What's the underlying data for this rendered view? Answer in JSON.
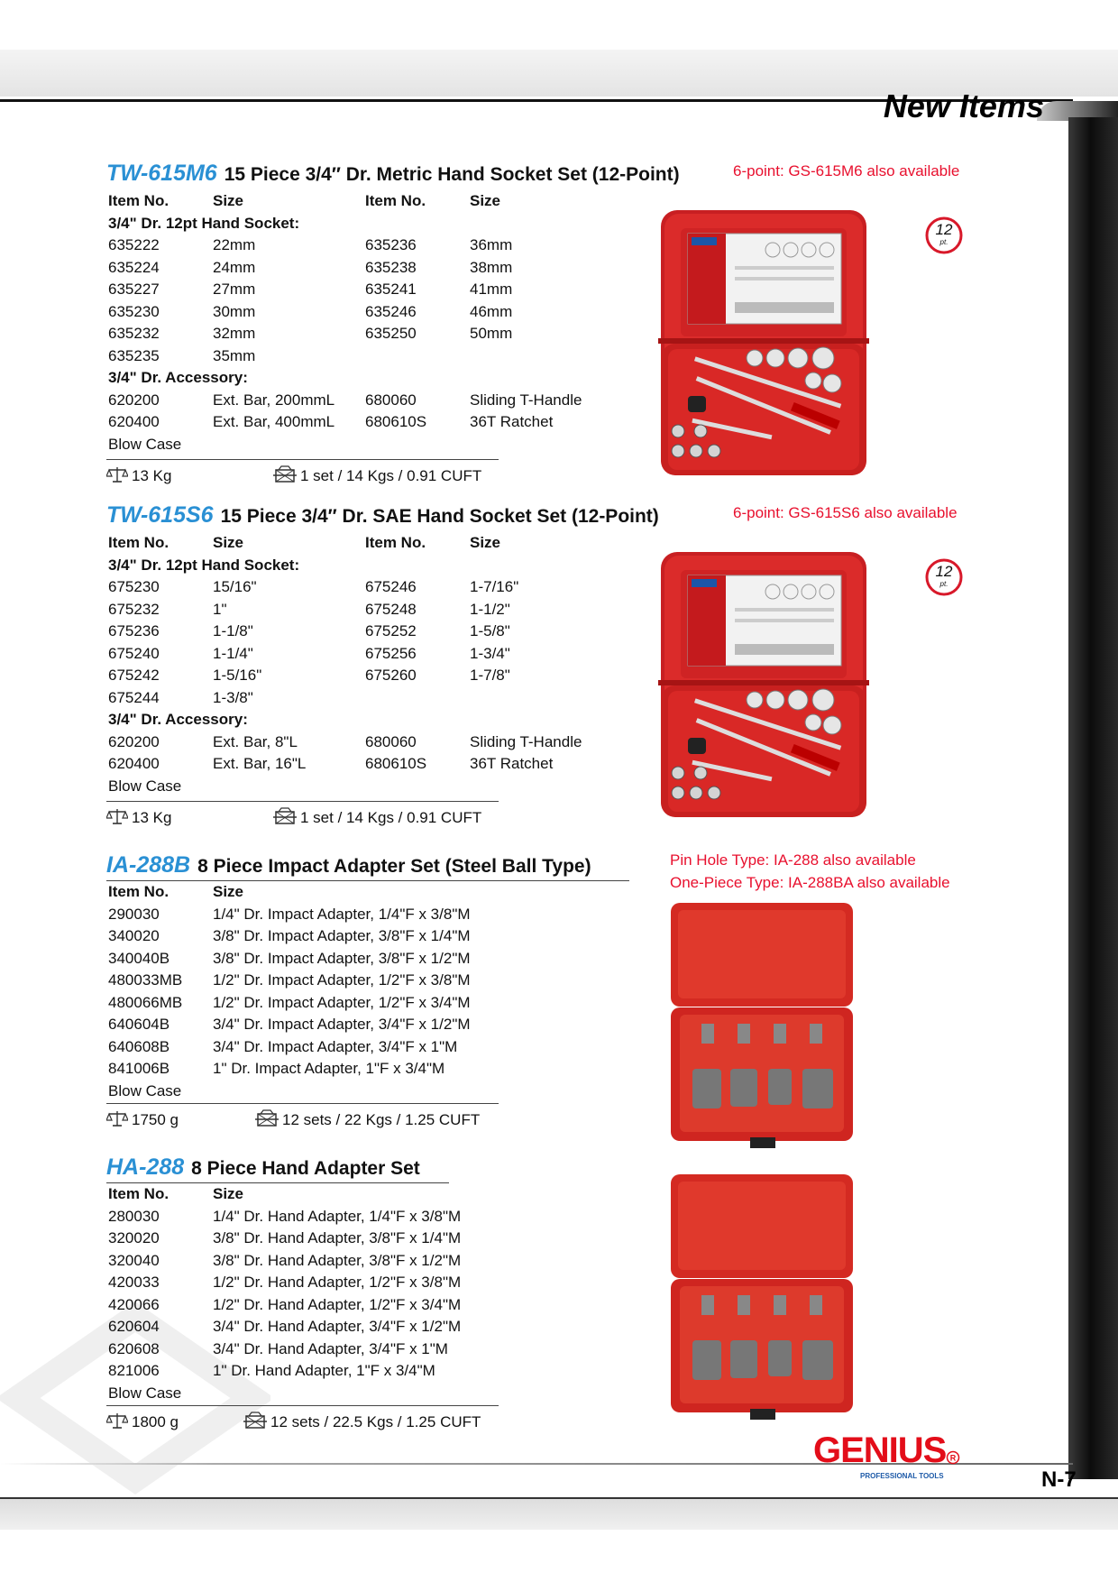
{
  "page": {
    "heading": "New Items",
    "page_number": "N-7",
    "brand": "GENIUS",
    "brand_sub": "PROFESSIONAL TOOLS",
    "brand_color": "#e30d19",
    "code_color": "#2a90d4",
    "note_color": "#e8102e"
  },
  "sec1": {
    "code": "TW-615M6",
    "title": "15 Piece 3/4″ Dr. Metric Hand Socket Set (12-Point)",
    "note": "6-point: GS-615M6 also available",
    "hdr": [
      "Item No.",
      "Size",
      "Item No.",
      "Size"
    ],
    "group1": "3/4\" Dr. 12pt Hand Socket:",
    "rows1": [
      [
        "635222",
        "22mm",
        "635236",
        "36mm"
      ],
      [
        "635224",
        "24mm",
        "635238",
        "38mm"
      ],
      [
        "635227",
        "27mm",
        "635241",
        "41mm"
      ],
      [
        "635230",
        "30mm",
        "635246",
        "46mm"
      ],
      [
        "635232",
        "32mm",
        "635250",
        "50mm"
      ],
      [
        "635235",
        "35mm",
        "",
        ""
      ]
    ],
    "group2": "3/4\" Dr. Accessory:",
    "rows2": [
      [
        "620200",
        "Ext. Bar, 200mmL",
        "680060",
        "Sliding T-Handle"
      ],
      [
        "620400",
        "Ext. Bar, 400mmL",
        "680610S",
        "36T Ratchet"
      ]
    ],
    "case": "Blow Case",
    "weight": "13 Kg",
    "pack": "1 set / 14 Kgs / 0.91 CUFT",
    "badge_num": "12",
    "badge_unit": "pt."
  },
  "sec2": {
    "code": "TW-615S6",
    "title": "15 Piece 3/4″ Dr. SAE Hand Socket Set (12-Point)",
    "note": "6-point: GS-615S6 also available",
    "hdr": [
      "Item No.",
      "Size",
      "Item No.",
      "Size"
    ],
    "group1": "3/4\" Dr. 12pt Hand Socket:",
    "rows1": [
      [
        "675230",
        "15/16\"",
        "675246",
        "1-7/16\""
      ],
      [
        "675232",
        "1\"",
        "675248",
        "1-1/2\""
      ],
      [
        "675236",
        "1-1/8\"",
        "675252",
        "1-5/8\""
      ],
      [
        "675240",
        "1-1/4\"",
        "675256",
        "1-3/4\""
      ],
      [
        "675242",
        "1-5/16\"",
        "675260",
        "1-7/8\""
      ],
      [
        "675244",
        "1-3/8\"",
        "",
        ""
      ]
    ],
    "group2": "3/4\" Dr. Accessory:",
    "rows2": [
      [
        "620200",
        "Ext. Bar, 8\"L",
        "680060",
        "Sliding T-Handle"
      ],
      [
        "620400",
        "Ext. Bar, 16\"L",
        "680610S",
        "36T Ratchet"
      ]
    ],
    "case": "Blow Case",
    "weight": "13 Kg",
    "pack": "1 set / 14 Kgs / 0.91 CUFT",
    "badge_num": "12",
    "badge_unit": "pt."
  },
  "sec3": {
    "code": "IA-288B",
    "title": "8 Piece Impact Adapter Set (Steel Ball Type)",
    "note1": "Pin Hole Type: IA-288 also available",
    "note2": "One-Piece Type: IA-288BA also available",
    "hdr": [
      "Item No.",
      "Size"
    ],
    "rows": [
      [
        "290030",
        "1/4\" Dr. Impact Adapter, 1/4\"F x 3/8\"M"
      ],
      [
        "340020",
        "3/8\" Dr. Impact Adapter, 3/8\"F x 1/4\"M"
      ],
      [
        "340040B",
        "3/8\" Dr. Impact Adapter, 3/8\"F x 1/2\"M"
      ],
      [
        "480033MB",
        "1/2\" Dr. Impact Adapter, 1/2\"F x 3/8\"M"
      ],
      [
        "480066MB",
        "1/2\" Dr. Impact Adapter, 1/2\"F x 3/4\"M"
      ],
      [
        "640604B",
        "3/4\" Dr. Impact Adapter, 3/4\"F x 1/2\"M"
      ],
      [
        "640608B",
        "3/4\" Dr. Impact Adapter, 3/4\"F x 1\"M"
      ],
      [
        "841006B",
        "1\" Dr. Impact Adapter, 1\"F x 3/4\"M"
      ]
    ],
    "case": "Blow Case",
    "weight": "1750 g",
    "pack": "12 sets / 22 Kgs / 1.25 CUFT"
  },
  "sec4": {
    "code": "HA-288",
    "title": "8 Piece Hand Adapter Set",
    "hdr": [
      "Item No.",
      "Size"
    ],
    "rows": [
      [
        "280030",
        "1/4\" Dr. Hand Adapter, 1/4\"F x 3/8\"M"
      ],
      [
        "320020",
        "3/8\" Dr. Hand Adapter, 3/8\"F x 1/4\"M"
      ],
      [
        "320040",
        "3/8\" Dr. Hand Adapter, 3/8\"F x 1/2\"M"
      ],
      [
        "420033",
        "1/2\" Dr. Hand Adapter, 1/2\"F x 3/8\"M"
      ],
      [
        "420066",
        "1/2\" Dr. Hand Adapter, 1/2\"F x 3/4\"M"
      ],
      [
        "620604",
        "3/4\" Dr. Hand Adapter, 3/4\"F x 1/2\"M"
      ],
      [
        "620608",
        "3/4\" Dr. Hand Adapter, 3/4\"F x 1\"M"
      ],
      [
        "821006",
        "1\" Dr. Hand Adapter, 1\"F x 3/4\"M"
      ]
    ],
    "case": "Blow Case",
    "weight": "1800 g",
    "pack": "12 sets / 22.5 Kgs / 1.25 CUFT"
  }
}
